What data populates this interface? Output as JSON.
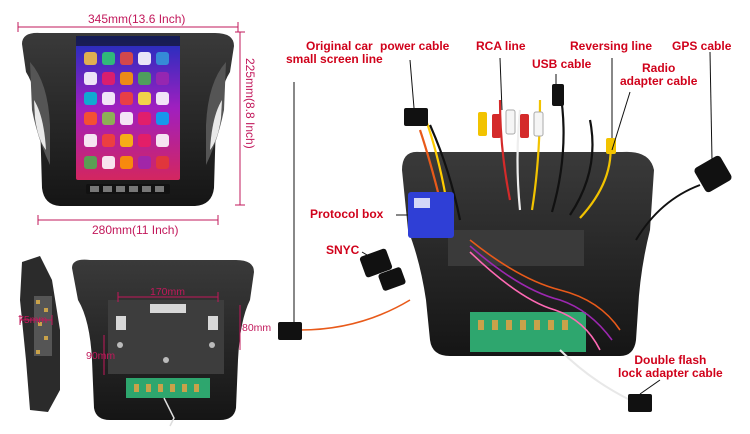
{
  "front_dimensions": {
    "width_top": "345mm(13.6 Inch)",
    "height_side": "225mm(8.8 Inch)",
    "width_bottom": "280mm(11 Inch)"
  },
  "back_dimensions": {
    "side_depth": "75mm",
    "width": "170mm",
    "height": "80mm",
    "lower": "90mm"
  },
  "cable_labels": {
    "original_car_line1": "Original car",
    "original_car_line2": "small screen line",
    "power": "power cable",
    "rca": "RCA line",
    "usb": "USB cable",
    "reversing": "Reversing line",
    "gps": "GPS cable",
    "radio_line1": "Radio",
    "radio_line2": "adapter cable",
    "protocol_box": "Protocol box",
    "snyc": "SNYC",
    "double_flash_line1": "Double flash",
    "double_flash_line2": "lock adapter cable"
  },
  "colors": {
    "label_red": "#d0021b",
    "dimension_pink": "#c2185b",
    "frame_dark": "#2a2a2a",
    "protocol_box_blue": "#2f3fd6"
  }
}
